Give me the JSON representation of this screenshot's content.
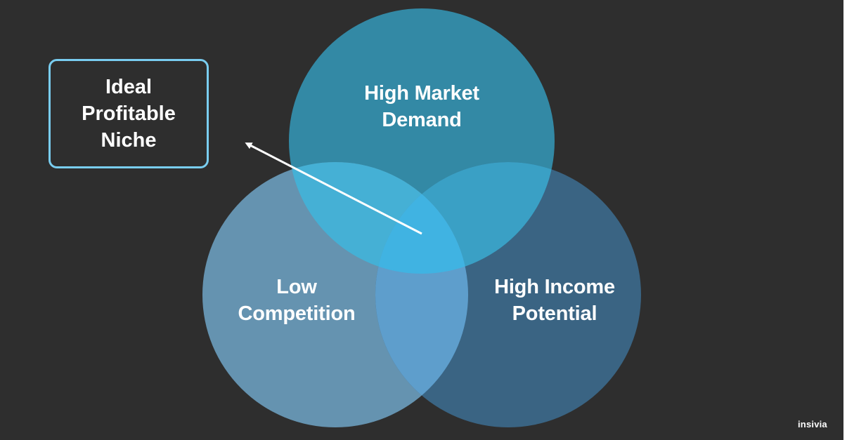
{
  "diagram": {
    "circles": [
      {
        "id": "high-market-demand",
        "label": "High Market\nDemand",
        "color": "#3389a5"
      },
      {
        "id": "low-competition",
        "label": "Low\nCompetition",
        "color": "#6593b0"
      },
      {
        "id": "high-income-potential",
        "label": "High Income\nPotential",
        "color": "#3a6483"
      }
    ],
    "overlap_colors": {
      "demand_competition": "#45b0d5",
      "demand_income": "#3aa0c5",
      "competition_income": "#5e9ecc",
      "center": "#40b3e2"
    },
    "callout": {
      "text": "Ideal\nProfitable\nNiche",
      "border_color": "#79cdf0"
    },
    "arrow_color": "#ffffff"
  },
  "branding": {
    "logo_text": "insivia"
  },
  "background": "#2e2e2e"
}
